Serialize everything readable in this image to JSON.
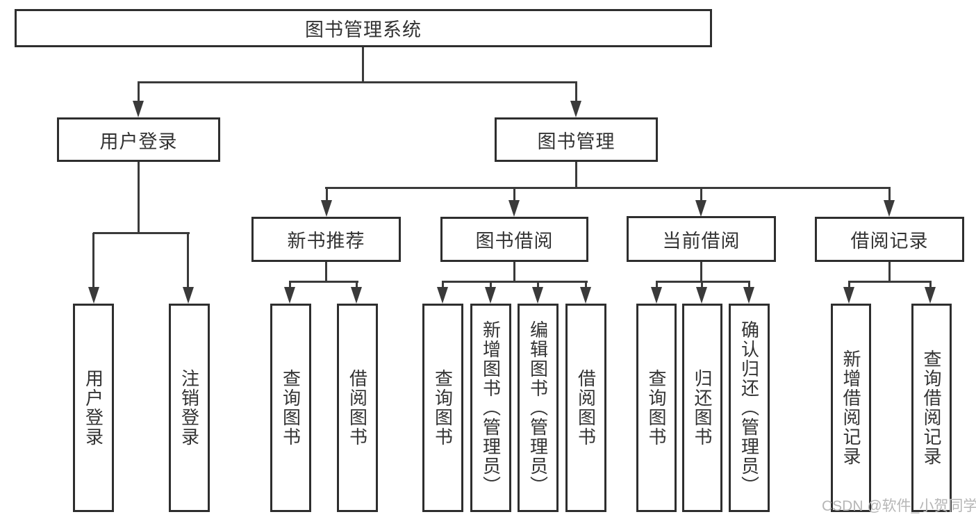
{
  "tree": {
    "label": "图书管理系统",
    "children": [
      {
        "label": "用户登录",
        "children": [
          {
            "label": "用户登录"
          },
          {
            "label": "注销登录"
          }
        ]
      },
      {
        "label": "图书管理",
        "children": [
          {
            "label": "新书推荐",
            "children": [
              {
                "label": "查询图书"
              },
              {
                "label": "借阅图书"
              }
            ]
          },
          {
            "label": "图书借阅",
            "children": [
              {
                "label": "查询图书"
              },
              {
                "label": "新增图书（管理员）"
              },
              {
                "label": "编辑图书（管理员）"
              },
              {
                "label": "借阅图书"
              }
            ]
          },
          {
            "label": "当前借阅",
            "children": [
              {
                "label": "查询图书"
              },
              {
                "label": "归还图书"
              },
              {
                "label": "确认归还（管理员）"
              }
            ]
          },
          {
            "label": "借阅记录",
            "children": [
              {
                "label": "新增借阅记录"
              },
              {
                "label": "查询借阅记录"
              }
            ]
          }
        ]
      }
    ]
  },
  "watermark": {
    "text": "CSDN @软件_小贺同学"
  },
  "colors": {
    "background": "#ffffff",
    "box_border": "#2e2e2e",
    "line": "#3a3a3a",
    "text": "#333333",
    "watermark": "#b6b6b6"
  }
}
